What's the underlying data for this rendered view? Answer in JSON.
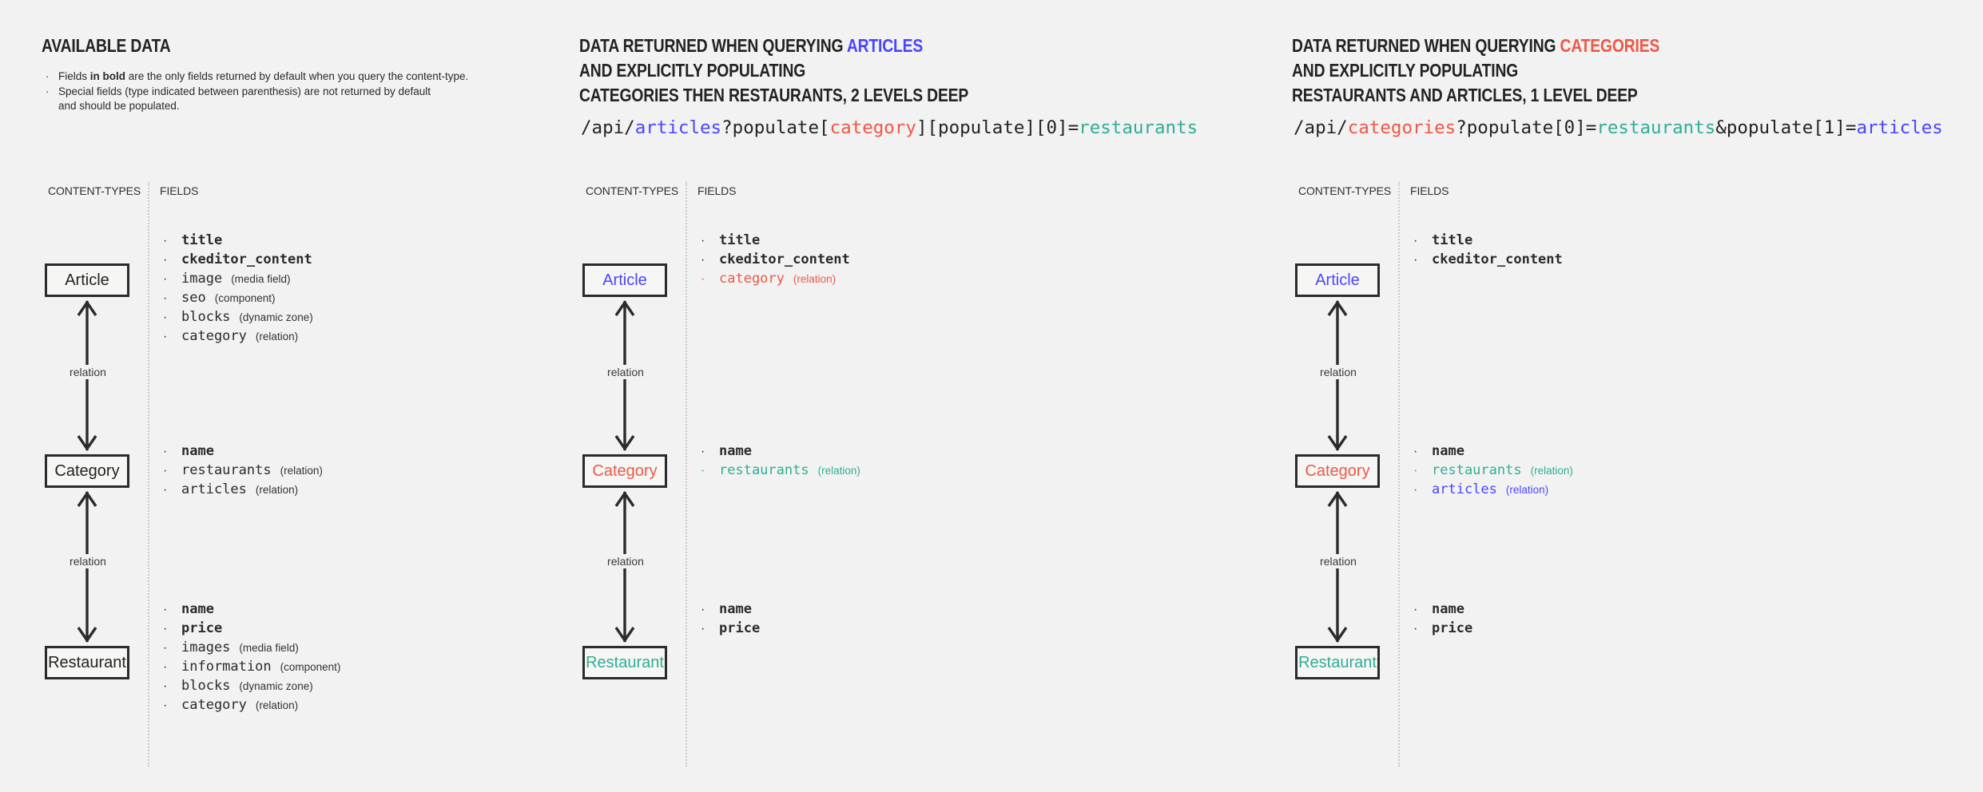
{
  "colors": {
    "bg": "#f2f2f2",
    "ink": "#232323",
    "border": "#2b2b2b",
    "blue": "#4945ff",
    "red": "#ee5847",
    "teal": "#2fae93",
    "divider": "#c9c9c9",
    "label": "#3a3a3a"
  },
  "glyphs": {
    "bullet": "·"
  },
  "columns": [
    {
      "title_lines": [
        [
          {
            "t": "AVAILABLE DATA"
          }
        ]
      ],
      "notes": [
        {
          "segments": [
            {
              "t": "Fields "
            },
            {
              "t": "in bold",
              "b": true
            },
            {
              "t": " are the only fields returned by default when you query the content-type."
            }
          ]
        },
        {
          "segments": [
            {
              "t": "Special fields (type indicated between parenthesis) are not returned by default\nand should be populated."
            }
          ]
        }
      ],
      "content_types_label": "CONTENT-TYPES",
      "fields_label": "FIELDS",
      "relation_label_1": "relation",
      "relation_label_2": "relation",
      "nodes": [
        {
          "label": "Article",
          "fields": [
            {
              "name": "title",
              "bold": true
            },
            {
              "name": "ckeditor_content",
              "bold": true
            },
            {
              "name": "image",
              "type": "(media field)"
            },
            {
              "name": "seo",
              "type": "(component)"
            },
            {
              "name": "blocks",
              "type": "(dynamic zone)"
            },
            {
              "name": "category",
              "type": "(relation)"
            }
          ]
        },
        {
          "label": "Category",
          "fields": [
            {
              "name": "name",
              "bold": true
            },
            {
              "name": "restaurants",
              "type": "(relation)"
            },
            {
              "name": "articles",
              "type": "(relation)"
            }
          ]
        },
        {
          "label": "Restaurant",
          "fields": [
            {
              "name": "name",
              "bold": true
            },
            {
              "name": "price",
              "bold": true
            },
            {
              "name": "images",
              "type": "(media field)"
            },
            {
              "name": "information",
              "type": "(component)"
            },
            {
              "name": "blocks",
              "type": "(dynamic zone)"
            },
            {
              "name": "category",
              "type": "(relation)"
            }
          ]
        }
      ]
    },
    {
      "title_lines": [
        [
          {
            "t": "DATA RETURNED WHEN QUERYING "
          },
          {
            "t": "ARTICLES",
            "c": "blue"
          }
        ],
        [
          {
            "t": "AND EXPLICITLY POPULATING"
          }
        ],
        [
          {
            "t": "CATEGORIES THEN RESTAURANTS, 2 LEVELS DEEP"
          }
        ]
      ],
      "code_segments": [
        {
          "t": "/api/"
        },
        {
          "t": "articles",
          "c": "blue"
        },
        {
          "t": "?populate["
        },
        {
          "t": "category",
          "c": "red"
        },
        {
          "t": "][populate][0]="
        },
        {
          "t": "restaurants",
          "c": "teal"
        }
      ],
      "content_types_label": "CONTENT-TYPES",
      "fields_label": "FIELDS",
      "relation_label_1": "relation",
      "relation_label_2": "relation",
      "nodes": [
        {
          "label": "Article",
          "c": "blue",
          "fields": [
            {
              "name": "title",
              "bold": true
            },
            {
              "name": "ckeditor_content",
              "bold": true
            },
            {
              "name": "category",
              "type": "(relation)",
              "c": "red"
            }
          ]
        },
        {
          "label": "Category",
          "c": "red",
          "fields": [
            {
              "name": "name",
              "bold": true
            },
            {
              "name": "restaurants",
              "type": "(relation)",
              "c": "teal"
            }
          ]
        },
        {
          "label": "Restaurant",
          "c": "teal",
          "fields": [
            {
              "name": "name",
              "bold": true
            },
            {
              "name": "price",
              "bold": true
            }
          ]
        }
      ]
    },
    {
      "title_lines": [
        [
          {
            "t": "DATA RETURNED WHEN QUERYING "
          },
          {
            "t": "CATEGORIES",
            "c": "red"
          }
        ],
        [
          {
            "t": "AND EXPLICITLY POPULATING"
          }
        ],
        [
          {
            "t": "RESTAURANTS AND ARTICLES, 1 LEVEL DEEP"
          }
        ]
      ],
      "code_segments": [
        {
          "t": "/api/"
        },
        {
          "t": "categories",
          "c": "red"
        },
        {
          "t": "?populate[0]="
        },
        {
          "t": "restaurants",
          "c": "teal"
        },
        {
          "t": "&populate[1]="
        },
        {
          "t": "articles",
          "c": "blue"
        }
      ],
      "content_types_label": "CONTENT-TYPES",
      "fields_label": "FIELDS",
      "relation_label_1": "relation",
      "relation_label_2": "relation",
      "nodes": [
        {
          "label": "Article",
          "c": "blue",
          "fields": [
            {
              "name": "title",
              "bold": true
            },
            {
              "name": "ckeditor_content",
              "bold": true
            }
          ]
        },
        {
          "label": "Category",
          "c": "red",
          "fields": [
            {
              "name": "name",
              "bold": true
            },
            {
              "name": "restaurants",
              "type": "(relation)",
              "c": "teal"
            },
            {
              "name": "articles",
              "type": "(relation)",
              "c": "blue"
            }
          ]
        },
        {
          "label": "Restaurant",
          "c": "teal",
          "fields": [
            {
              "name": "name",
              "bold": true
            },
            {
              "name": "price",
              "bold": true
            }
          ]
        }
      ]
    }
  ]
}
